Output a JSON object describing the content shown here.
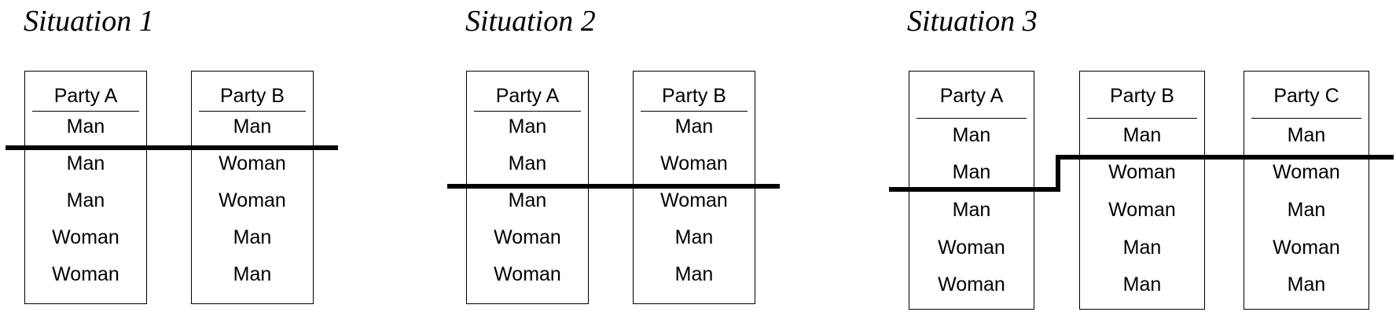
{
  "situations": [
    {
      "title": "Situation 1",
      "parties": [
        {
          "name": "Party A",
          "members": [
            "Man",
            "Man",
            "Man",
            "Woman",
            "Woman"
          ]
        },
        {
          "name": "Party B",
          "members": [
            "Man",
            "Woman",
            "Woman",
            "Man",
            "Man"
          ]
        }
      ],
      "cut_after": [
        1,
        1
      ]
    },
    {
      "title": "Situation 2",
      "parties": [
        {
          "name": "Party A",
          "members": [
            "Man",
            "Man",
            "Man",
            "Woman",
            "Woman"
          ]
        },
        {
          "name": "Party B",
          "members": [
            "Man",
            "Woman",
            "Woman",
            "Man",
            "Man"
          ]
        }
      ],
      "cut_after": [
        2,
        2
      ]
    },
    {
      "title": "Situation 3",
      "parties": [
        {
          "name": "Party A",
          "members": [
            "Man",
            "Man",
            "Man",
            "Woman",
            "Woman"
          ]
        },
        {
          "name": "Party B",
          "members": [
            "Man",
            "Woman",
            "Woman",
            "Man",
            "Man"
          ]
        },
        {
          "name": "Party C",
          "members": [
            "Man",
            "Woman",
            "Man",
            "Woman",
            "Man"
          ]
        }
      ],
      "cut_after": [
        2,
        1,
        1
      ]
    }
  ]
}
